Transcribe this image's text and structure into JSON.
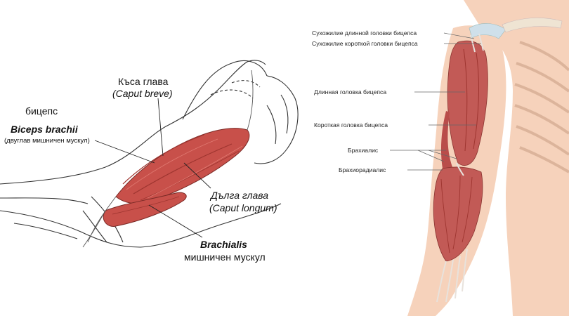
{
  "left": {
    "biceps_ru": "бицепс",
    "biceps_latin": "Biceps brachii",
    "biceps_desc": "(двуглав мишничен мускул)",
    "short_head_ru": "Къса глава",
    "short_head_latin": "(Caput breve)",
    "long_head_ru": "Дълга глава",
    "long_head_latin": "(Caput longum)",
    "brachialis_latin": "Brachialis",
    "brachialis_ru": "мишничен мускул"
  },
  "right": {
    "labels": [
      "Сухожилие длинной головки бицепса",
      "Сухожилие короткой головки бицепса",
      "Длинная головка бицепса",
      "Короткая головка бицепса",
      "Брахиалис",
      "Брахиорадиалис"
    ]
  },
  "colors": {
    "muscle": "#c8504a",
    "muscle_dark": "#9e3530",
    "skin": "#f6d2bb",
    "bone": "#efe4d3",
    "line": "#333333"
  }
}
